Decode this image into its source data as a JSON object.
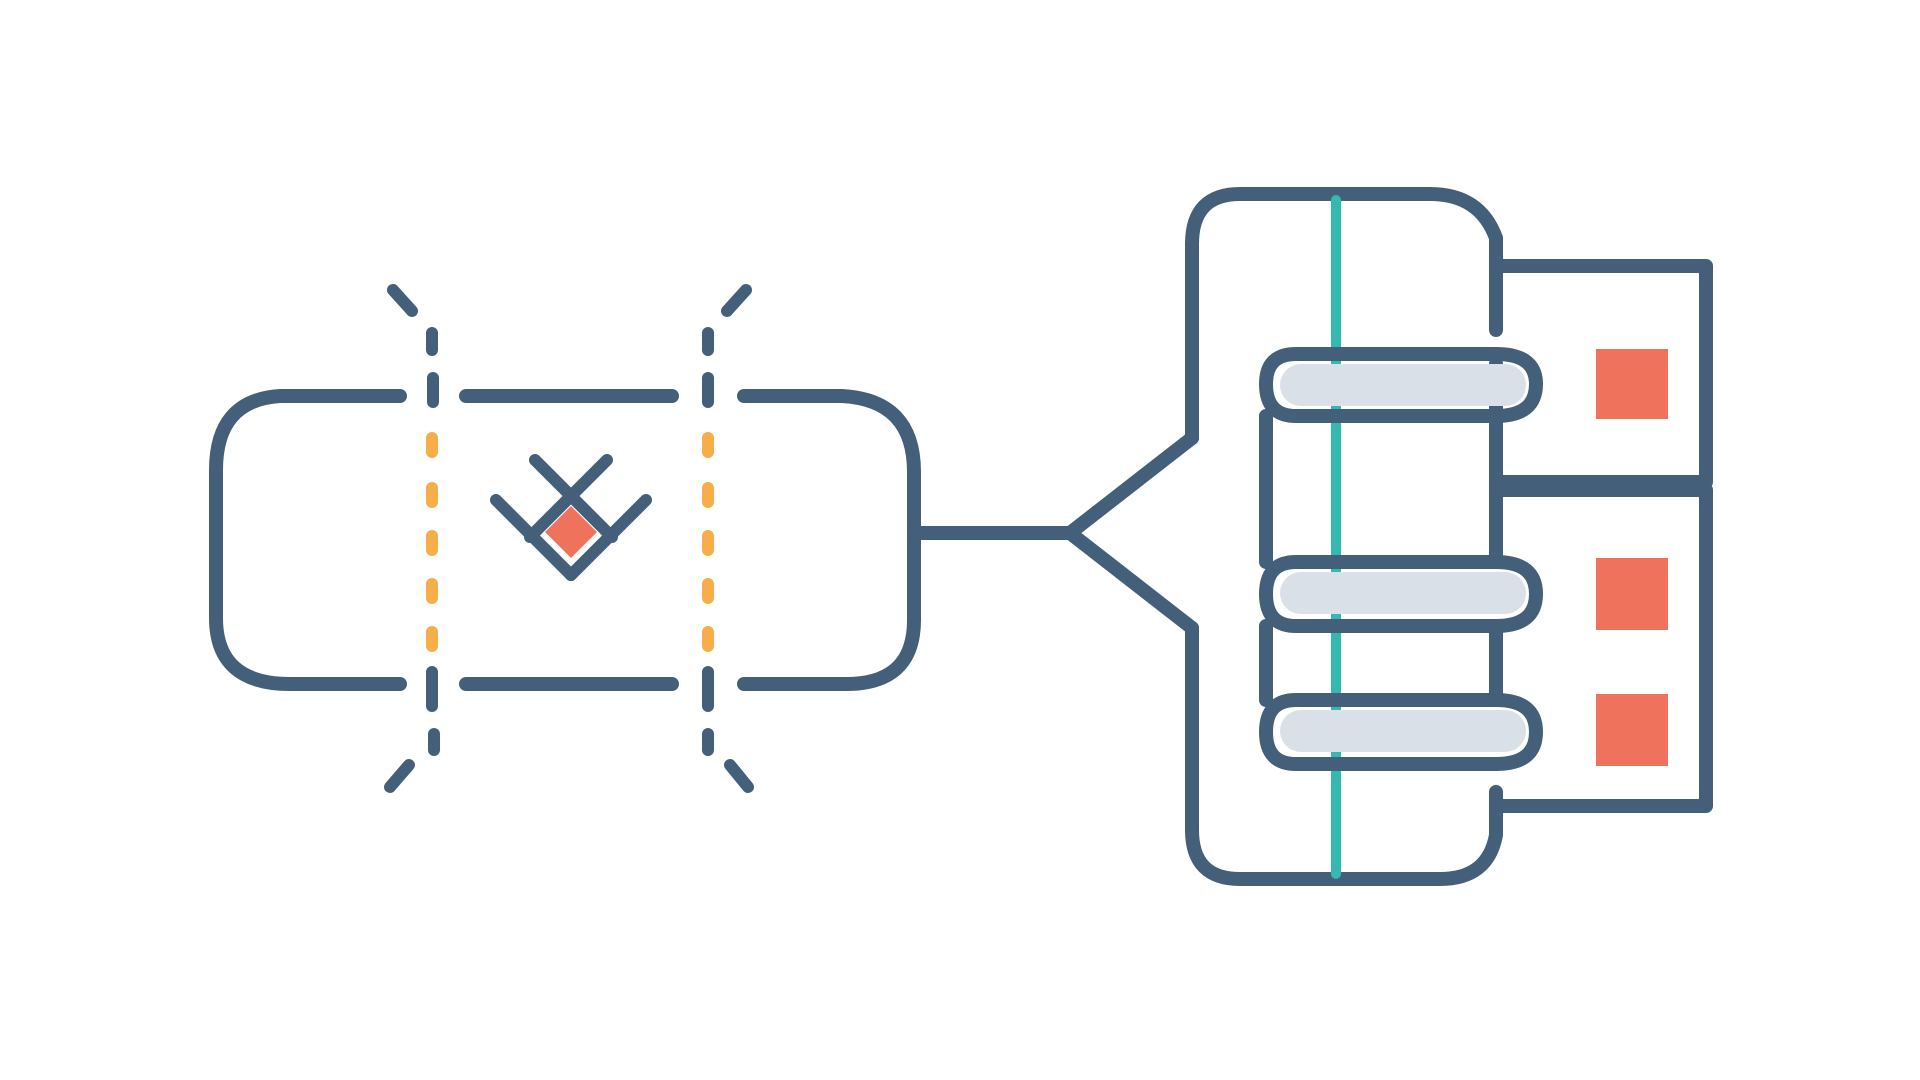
{
  "colors": {
    "background": "#ffffff",
    "outline": "#445f7a",
    "dashed_accent": "#f6ad4a",
    "accent_square": "#ef735c",
    "connector": "#35b8b0",
    "pill_fill": "#d9e0e8"
  },
  "icons": {
    "broken_link": "broken-link-icon",
    "cross_mark": "cross-mark-icon",
    "tree_branch": "branch-connector-icon",
    "server_stack": "server-stack-icon"
  },
  "diagram": {
    "left_group": {
      "dashes_per_side": 4,
      "accent_dashes_per_side": 5
    },
    "right_group": {
      "rows": 3
    }
  }
}
